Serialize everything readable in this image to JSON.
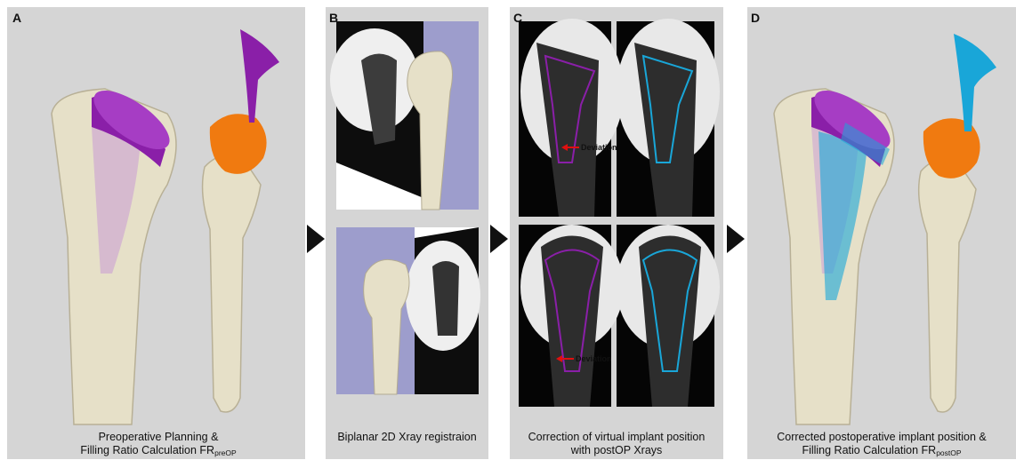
{
  "panels": [
    {
      "label": "A",
      "caption_line1": "Preoperative Planning &",
      "caption_line2": "Filling Ratio Calculation FR",
      "caption_sub": "preOP"
    },
    {
      "label": "B",
      "caption_line1": "Biplanar 2D Xray registraion"
    },
    {
      "label": "C",
      "caption_line1": "Correction of virtual implant position",
      "caption_line2": "with postOP Xrays",
      "deviation_label": "Deviation"
    },
    {
      "label": "D",
      "caption_line1": "Corrected postoperative implant position &",
      "caption_line2": "Filling Ratio Calculation FR",
      "caption_sub": "postOP"
    }
  ],
  "colors": {
    "panel_bg": "#d5d5d5",
    "bone": "#e6e0c8",
    "purple": "#8a1fa8",
    "orange": "#f07a10",
    "blue": "#19a6d8",
    "deviation_arrow": "#e01010"
  }
}
